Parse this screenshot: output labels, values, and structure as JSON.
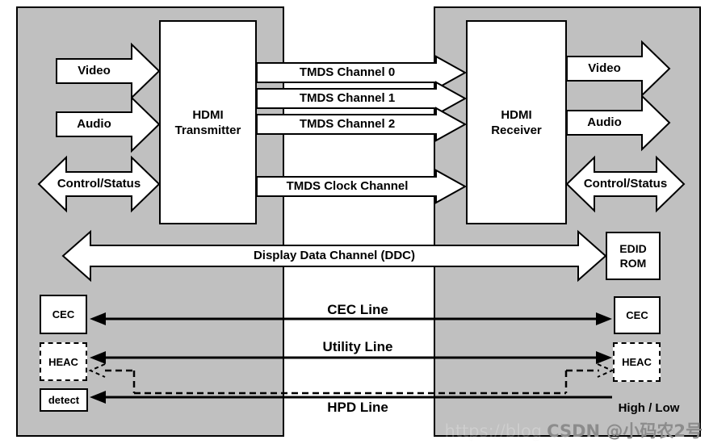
{
  "colors": {
    "panel_fill": "#c0c0c0",
    "outline": "#000000",
    "shape_fill": "#ffffff",
    "watermark": "#8c8c8c"
  },
  "blocks": {
    "transmitter": "HDMI\nTransmitter",
    "receiver": "HDMI\nReceiver",
    "edid_rom": "EDID\nROM",
    "cec_source": "CEC",
    "heac_source": "HEAC",
    "hpd_detect": "detect",
    "cec_sink": "CEC",
    "heac_sink": "HEAC"
  },
  "arrow_labels": {
    "video_in": "Video",
    "audio_in": "Audio",
    "control_status_source": "Control/Status",
    "tmds_channel_0": "TMDS Channel 0",
    "tmds_channel_1": "TMDS Channel 1",
    "tmds_channel_2": "TMDS Channel 2",
    "tmds_clock": "TMDS Clock Channel",
    "ddc": "Display Data Channel (DDC)",
    "video_out": "Video",
    "audio_out": "Audio",
    "control_status_sink": "Control/Status"
  },
  "line_labels": {
    "cec_line": "CEC Line",
    "utility_line": "Utility Line",
    "hpd_line": "HPD Line",
    "hpd_level": "High / Low"
  },
  "watermark": {
    "ghost": "https://blog",
    "text": "CSDN @小码农2号"
  }
}
